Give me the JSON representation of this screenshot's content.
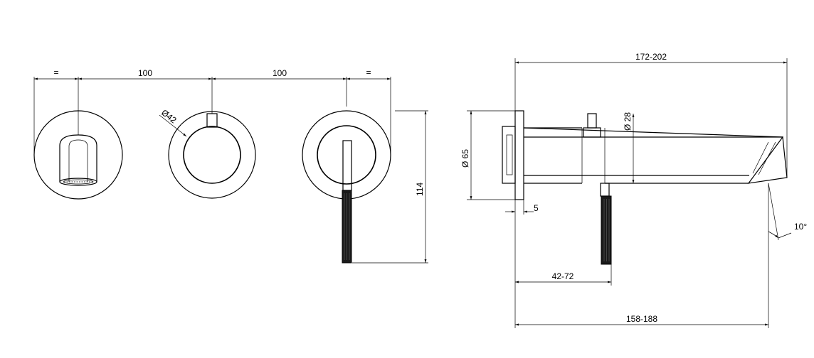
{
  "dimensions": {
    "equal_left": "=",
    "spacing_a": "100",
    "spacing_b": "100",
    "equal_right": "=",
    "diameter_knob": "Ø42",
    "height": "114",
    "overall_length": "172-202",
    "diameter_plate": "Ø 65",
    "diameter_spout": "Ø 28",
    "plate_thickness": "5",
    "angle": "10°",
    "wall_range": "42-72",
    "spout_projection": "158-188"
  }
}
